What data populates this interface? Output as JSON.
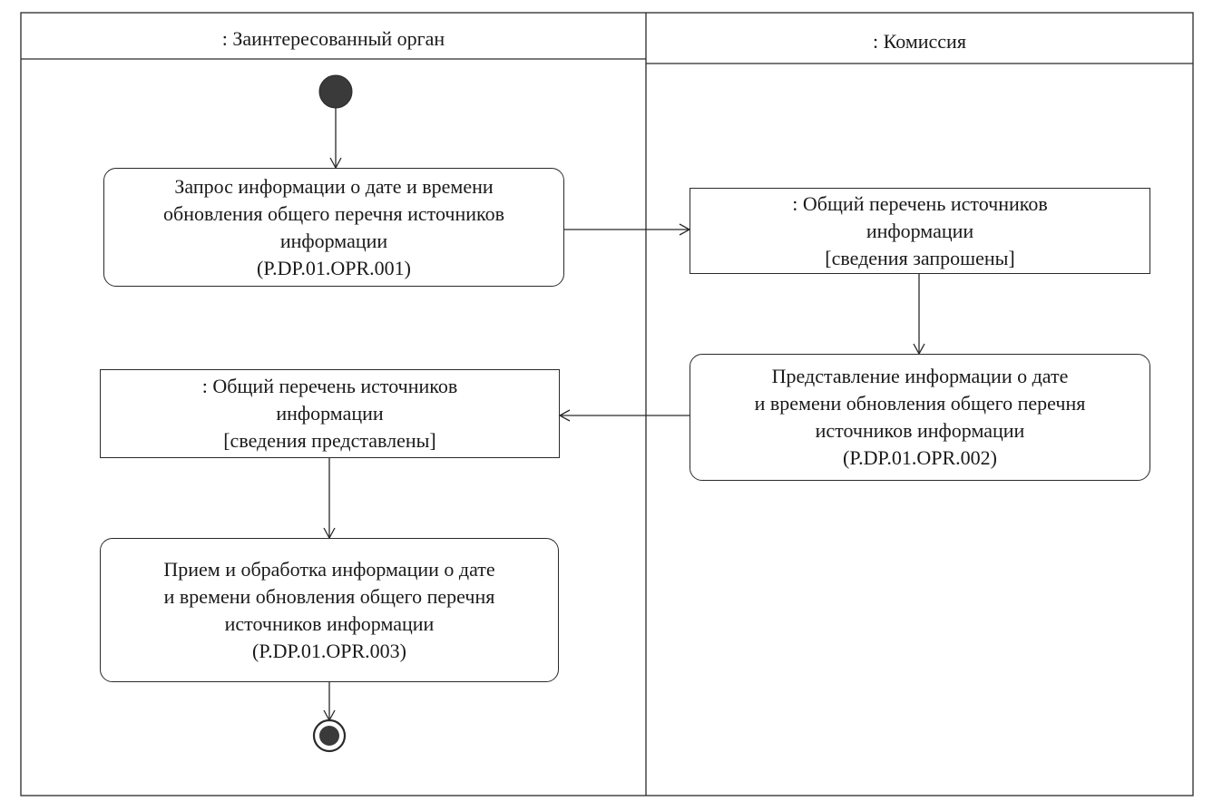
{
  "lanes": [
    {
      "title": ": Заинтересованный орган"
    },
    {
      "title": ": Комиссия"
    }
  ],
  "nodes": {
    "action_request": {
      "lines": [
        "Запрос информации о дате и времени",
        "обновления общего перечня источников",
        "информации",
        "(P.DP.01.OPR.001)"
      ]
    },
    "object_requested": {
      "lines": [
        ": Общий перечень источников",
        "информации",
        "[сведения запрошены]"
      ]
    },
    "action_provide": {
      "lines": [
        "Представление информации о дате",
        "и времени обновления общего перечня",
        "источников информации",
        "(P.DP.01.OPR.002)"
      ]
    },
    "object_provided": {
      "lines": [
        ": Общий перечень источников",
        "информации",
        "[сведения представлены]"
      ]
    },
    "action_receive": {
      "lines": [
        "Прием и обработка информации о дате",
        "и времени обновления общего перечня",
        "источников информации",
        "(P.DP.01.OPR.003)"
      ]
    }
  },
  "colors": {
    "line": "#2a2a2a",
    "node_fill": "#3a3a3a",
    "background": "#ffffff"
  }
}
